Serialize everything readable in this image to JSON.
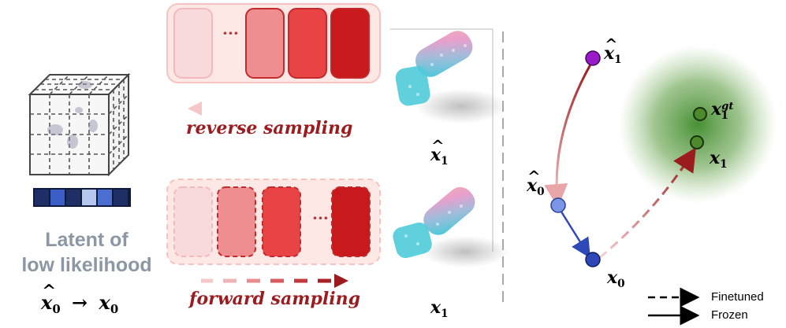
{
  "latent": {
    "title_line1": "Latent of",
    "title_line2": "low likelihood",
    "formula_from": "x",
    "formula_from_sub": "0",
    "formula_arrow": "→",
    "formula_to": "x",
    "formula_to_sub": "0"
  },
  "token_colors": [
    "#1e2f66",
    "#3b5ec9",
    "#1e2f66",
    "#b7c6ec",
    "#4a6fd1",
    "#1e2f66"
  ],
  "reverse_panel": {
    "caption": "reverse sampling",
    "ellipsis": "···",
    "block_colors": [
      "#f8d9dc",
      "#ef8e90",
      "#e84446",
      "#c81a1c"
    ]
  },
  "forward_panel": {
    "caption": "forward sampling",
    "ellipsis": "···",
    "block_colors": [
      "#f8d9dc",
      "#ef8e90",
      "#e84446",
      "#c81a1c"
    ]
  },
  "renders": {
    "top_label": "x",
    "top_label_sub": "1",
    "bottom_label": "x",
    "bottom_label_sub": "1"
  },
  "trajectory": {
    "x1_hat": {
      "base": "x",
      "sub": "1"
    },
    "x0_hat": {
      "base": "x",
      "sub": "0"
    },
    "x0": {
      "base": "x",
      "sub": "0"
    },
    "x1": {
      "base": "x",
      "sub": "1"
    },
    "x1_gt": {
      "base": "x",
      "sub": "1",
      "sup": "gt"
    },
    "colors": {
      "x1_hat": "#9a19c9",
      "x0_hat": "#7b96e6",
      "x0": "#2f48b8",
      "target": "#4c8a2c",
      "glow": "#3d8a2a"
    }
  },
  "legend": {
    "finetuned": "Finetuned",
    "frozen": "Frozen"
  }
}
